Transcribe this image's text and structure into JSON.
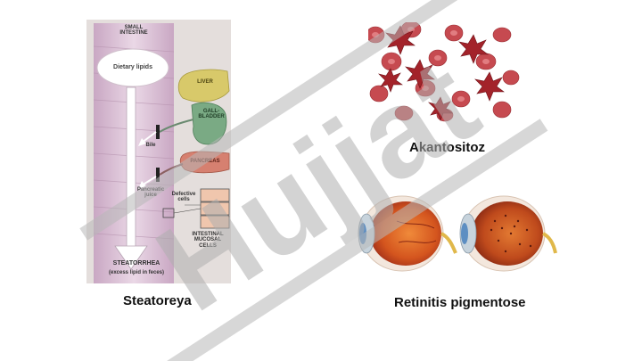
{
  "panel_left": {
    "labels": {
      "small_intestine": "SMALL\nINTESTINE",
      "dietary_lipids": "Dietary lipids",
      "liver": "LIVER",
      "gallbladder": "GALL-\nBLADDER",
      "bile": "Bile",
      "pancreas": "PANCREAS",
      "pancreatic_juice": "Pancreatic\njuice",
      "defective_cells": "Defective\ncells",
      "intestinal_mucosal_cells": "INTESTINAL\nMUCOSAL\nCELLS",
      "steatorrhea": "STEATORRHEA",
      "steatorrhea_note": "(excess lipid in feces)"
    },
    "caption": "Steatoreya"
  },
  "panel_top_right": {
    "caption": "Akantositoz"
  },
  "panel_bottom_right": {
    "caption": "Retinitis pigmentose"
  },
  "watermark": {
    "text": "Hujjat"
  },
  "colors": {
    "intestine": "#d9bcd3",
    "liver": "#d8c96a",
    "gallbladder": "#7aaa84",
    "pancreas": "#d68070",
    "rbc": "#c64a50",
    "acanthocyte": "#a3232a",
    "watermark": "#b8b8b8"
  }
}
